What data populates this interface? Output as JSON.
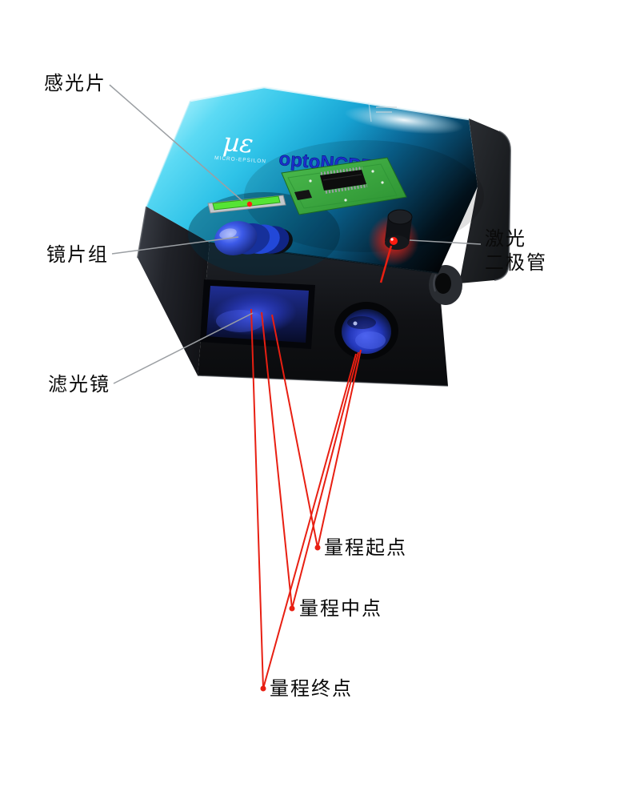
{
  "diagram": {
    "subject": "laser triangulation displacement sensor cutaway diagram"
  },
  "brand": {
    "logo_mu": "µε",
    "logo_sub": "MICRO-EPSILON",
    "product_name": "optoNCDT"
  },
  "labels": {
    "photosensor": "感光片",
    "lens_group": "镜片组",
    "filter": "滤光镜",
    "laser_line1": "激光",
    "laser_line2": "二极管",
    "range_start": "量程起点",
    "range_mid": "量程中点",
    "range_end": "量程终点"
  },
  "colors": {
    "laser_red": "#e81f12",
    "leader_gray": "#9b9fa3",
    "top_cyan": "#2fc3e8",
    "pcb_green": "#3fae3f",
    "window_blue": "#2236b8",
    "body_black": "#0b0c0e",
    "product_blue": "#1a2ecc"
  }
}
